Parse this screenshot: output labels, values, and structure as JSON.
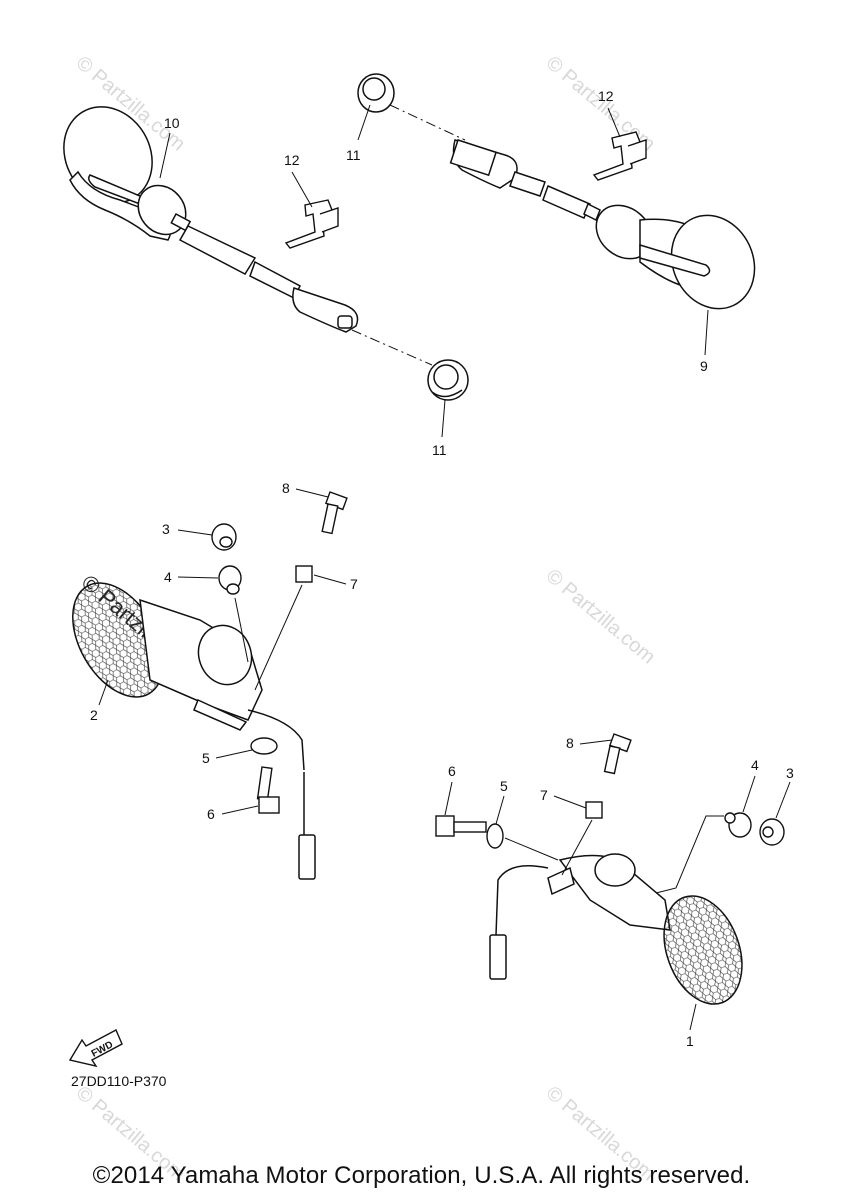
{
  "diagram": {
    "part_numbers": {
      "p1": "1",
      "p2": "2",
      "p3a": "3",
      "p3b": "3",
      "p4a": "4",
      "p4b": "4",
      "p5a": "5",
      "p5b": "5",
      "p6a": "6",
      "p6b": "6",
      "p7a": "7",
      "p7b": "7",
      "p8a": "8",
      "p8b": "8",
      "p9": "9",
      "p10": "10",
      "p11a": "11",
      "p11b": "11",
      "p12a": "12",
      "p12b": "12"
    },
    "fwd_label": "FWD",
    "diagram_code": "27DD110-P370",
    "watermark": "© Partzilla.com",
    "watermark_dark": "© Partzilla.com"
  },
  "footer": {
    "copyright": "©2014 Yamaha Motor Corporation, U.S.A. All rights reserved."
  },
  "colors": {
    "line": "#111111",
    "watermark": "#d8d8d8"
  }
}
